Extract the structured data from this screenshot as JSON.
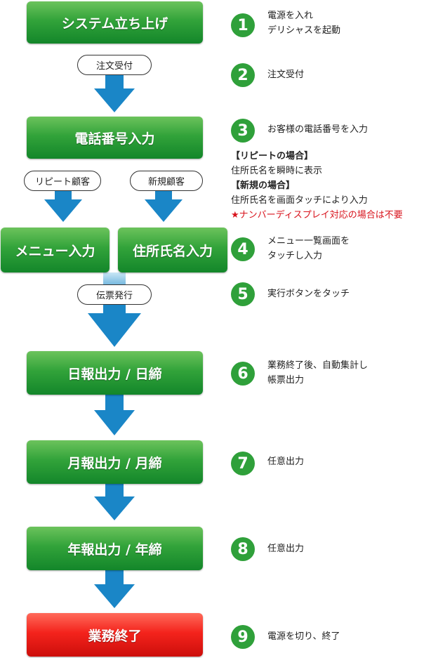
{
  "flow": {
    "system_start": "システム立ち上げ",
    "order_received_pill": "注文受付",
    "phone_input": "電話番号入力",
    "repeat_customer_pill": "リピート顧客",
    "new_customer_pill": "新規顧客",
    "menu_input": "メニュー入力",
    "address_input": "住所氏名入力",
    "slip_issue_pill": "伝票発行",
    "daily_report": "日報出力 / 日締",
    "monthly_report": "月報出力 / 月締",
    "yearly_report": "年報出力 / 年締",
    "business_end": "業務終了"
  },
  "steps": [
    {
      "num": "1",
      "line1": "電源を入れ",
      "line2": "デリシャスを起動"
    },
    {
      "num": "2",
      "line1": "注文受付"
    },
    {
      "num": "3",
      "line1": "お客様の電話番号を入力"
    },
    {
      "num": "4",
      "line1": "メニュー一覧画面を",
      "line2": "タッチし入力"
    },
    {
      "num": "5",
      "line1": "実行ボタンをタッチ"
    },
    {
      "num": "6",
      "line1": "業務終了後、自動集計し",
      "line2": "帳票出力"
    },
    {
      "num": "7",
      "line1": "任意出力"
    },
    {
      "num": "8",
      "line1": "任意出力"
    },
    {
      "num": "9",
      "line1": "電源を切り、終了"
    }
  ],
  "notes": {
    "repeat_heading": "【リピートの場合】",
    "repeat_text": "住所氏名を瞬時に表示",
    "new_heading": "【新規の場合】",
    "new_text": "住所氏名を画面タッチにより入力",
    "star_note": "★ナンバーディスプレイ対応の場合は不要"
  },
  "colors": {
    "box_green": "#1f9432",
    "box_red": "#e8201a",
    "arrow_blue": "#1a86c7",
    "badge_green": "#2fa03a",
    "note_red": "#d8131c"
  }
}
